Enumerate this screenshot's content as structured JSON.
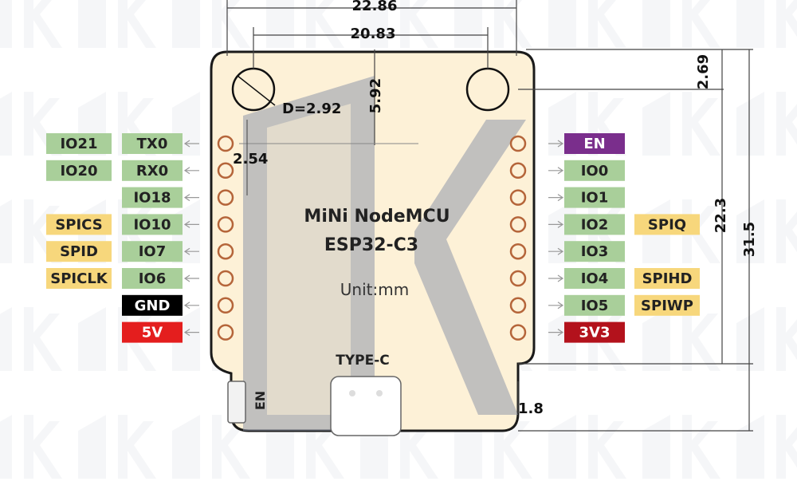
{
  "board": {
    "title_line1": "MiNi NodeMCU",
    "title_line2": "ESP32-C3",
    "unit": "Unit:mm",
    "usb_label": "TYPE-C",
    "button_label": "EN"
  },
  "dimensions": {
    "outer_width": "22.86",
    "hole_spacing": "20.83",
    "hole_offset_y": "5.92",
    "hole_diameter": "D=2.92",
    "pin_pitch": "2.54",
    "top_to_hole": "2.69",
    "pin_row_length": "22.3",
    "total_height": "31.5",
    "bottom_margin": "1.8"
  },
  "left_pins": [
    {
      "pin": "TX0",
      "alt": "IO21"
    },
    {
      "pin": "RX0",
      "alt": "IO20"
    },
    {
      "pin": "IO18",
      "alt": ""
    },
    {
      "pin": "IO10",
      "alt": "SPICS"
    },
    {
      "pin": "IO7",
      "alt": "SPID"
    },
    {
      "pin": "IO6",
      "alt": "SPICLK"
    },
    {
      "pin": "GND",
      "alt": ""
    },
    {
      "pin": "5V",
      "alt": ""
    }
  ],
  "right_pins": [
    {
      "pin": "EN",
      "alt": ""
    },
    {
      "pin": "IO0",
      "alt": ""
    },
    {
      "pin": "IO1",
      "alt": ""
    },
    {
      "pin": "IO2",
      "alt": "SPIQ"
    },
    {
      "pin": "IO3",
      "alt": ""
    },
    {
      "pin": "IO4",
      "alt": "SPIHD"
    },
    {
      "pin": "IO5",
      "alt": "SPIWP"
    },
    {
      "pin": "3V3",
      "alt": ""
    }
  ],
  "colors": {
    "board": "#fdf1d7",
    "board_stroke": "#1a1a1a",
    "gpio": "#a9cf9a",
    "spi": "#f7d77c",
    "gnd": "#000000",
    "power5v": "#e41e1e",
    "power3v3": "#b3121c",
    "en": "#7a2e8c",
    "pin_ring": "#b5653a",
    "watermark": "#8f97aa"
  }
}
